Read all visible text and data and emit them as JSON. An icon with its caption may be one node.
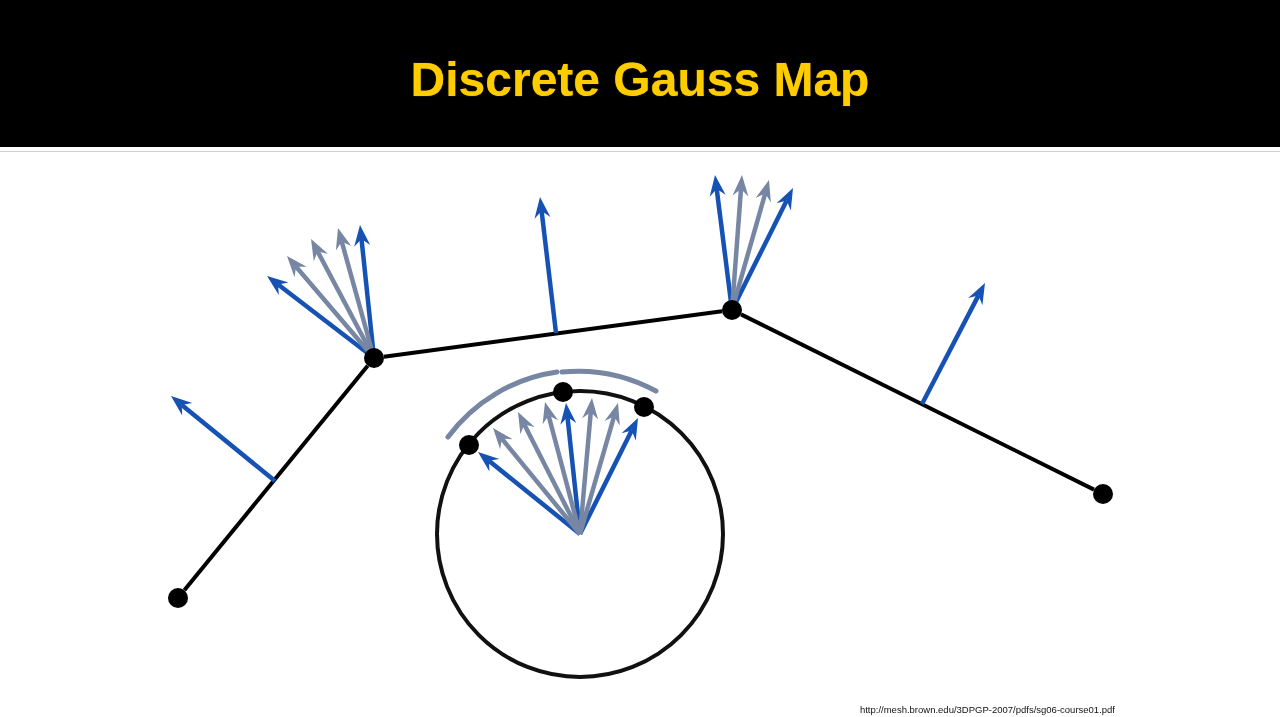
{
  "diagram": {
    "title": "Discrete Gauss Map",
    "nodes": [
      {
        "text": [],
        "shape": "circle"
      },
      {
        "text": [],
        "shape": "circle"
      },
      {
        "text": [],
        "shape": "circle"
      },
      {
        "text": [],
        "shape": "circle"
      }
    ],
    "edges": [
      {
        "from": 0,
        "to": 1,
        "arrow": "none"
      },
      {
        "from": 1,
        "to": 2,
        "arrow": "none"
      },
      {
        "from": 2,
        "to": 3,
        "arrow": "none"
      }
    ],
    "labels": [
      "http://mesh.brown.edu/3DPGP-2007/pdfs/sg06-course01.pdf"
    ]
  }
}
